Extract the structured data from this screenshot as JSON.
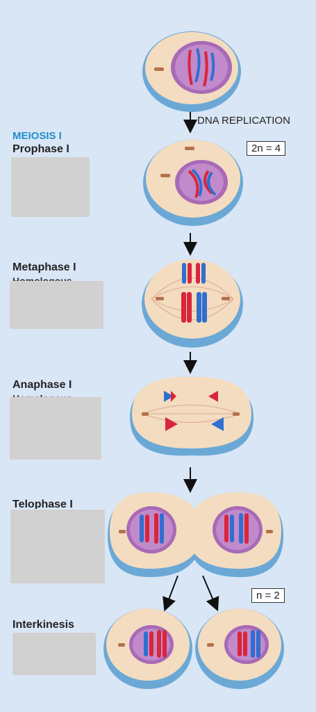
{
  "header": {
    "meiosis_label": "MEIOSIS I",
    "dna_replication": "DNA REPLICATION",
    "ploidy_diploid": "2n = 4",
    "ploidy_haploid": "n = 2"
  },
  "stages": [
    {
      "id": "prophase",
      "name": "Prophase I"
    },
    {
      "id": "metaphase",
      "name": "Metaphase I",
      "partial": "Homologous"
    },
    {
      "id": "anaphase",
      "name": "Anaphase I",
      "partial": "Homologous"
    },
    {
      "id": "telophase",
      "name": "Telophase I"
    },
    {
      "id": "interkinesis",
      "name": "Interkinesis"
    }
  ],
  "colors": {
    "background": "#d9e6f6",
    "cytoplasm": "#f3dcc0",
    "membrane": "#6ba8d6",
    "nucleus": "#a869b6",
    "chromosome_red": "#d9263a",
    "chromosome_blue": "#2f6fd0"
  }
}
